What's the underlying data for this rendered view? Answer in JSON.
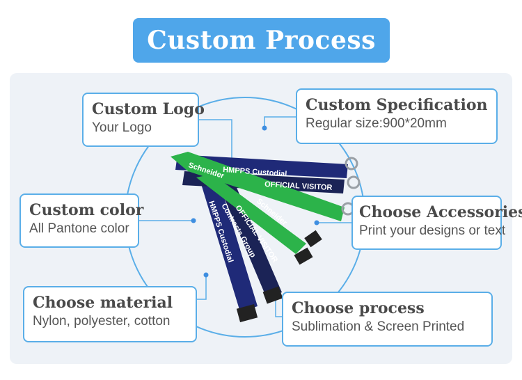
{
  "title": "Custom Process",
  "boxes": {
    "logo": {
      "title": "Custom Logo",
      "sub": "Your Logo"
    },
    "spec": {
      "title": "Custom Specification",
      "sub": "Regular size:900*20mm"
    },
    "color": {
      "title": "Custom color",
      "sub": "All Pantone color"
    },
    "accessories": {
      "title": "Choose Accessories",
      "sub": "Print your designs or text"
    },
    "material": {
      "title": "Choose material",
      "sub": "Nylon, polyester, cotton"
    },
    "process": {
      "title": "Choose process",
      "sub": "Sublimation & Screen Printed"
    }
  },
  "lanyard_text": {
    "hmpps": "HMPPS Custodial",
    "official": "OFFICIAL VISITOR",
    "schneider": "Schneider",
    "contracts": "Contracts Group"
  },
  "colors": {
    "banner": "#4fa6ea",
    "border": "#5aaee8",
    "panel": "#eef2f7",
    "navy": "#1f2a78",
    "dark_navy": "#1b2356",
    "green": "#2cb34a"
  }
}
